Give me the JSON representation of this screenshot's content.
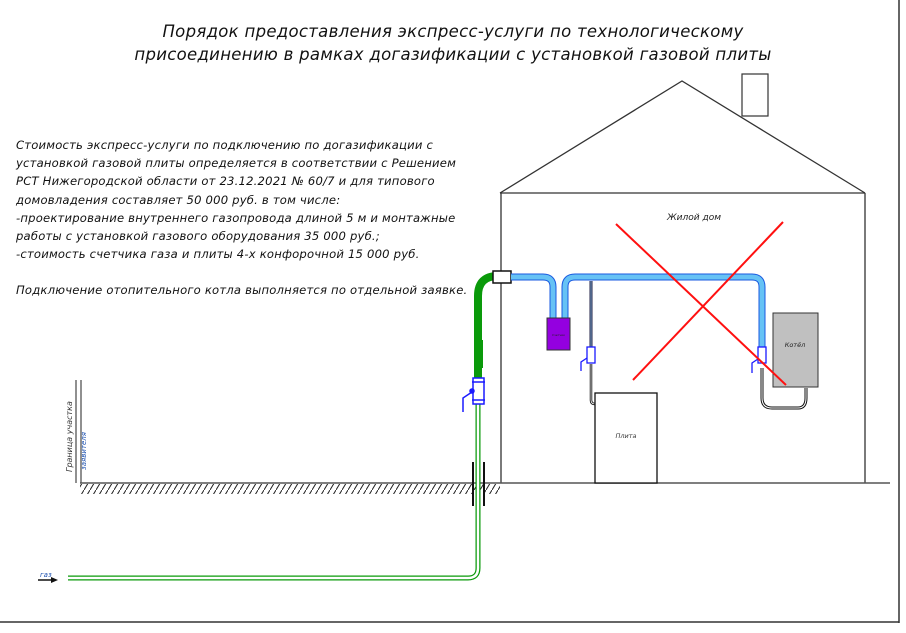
{
  "title": {
    "line1": "Порядок предоставления экспресс-услуги по технологическому",
    "line2": "присоединению  в рамках догазификации с установкой газовой плиты"
  },
  "description": {
    "lines": [
      "Стоимость экспресс-услуги по подключению по догазификации с",
      "установкой газовой плиты определяется в соответствии с Решением",
      "РСТ Нижегородской области от 23.12.2021 № 60/7 и для типового",
      "домовладения составляет 50 000 руб. в том числе:",
      "-проектирование внутреннего газопровода длиной 5 м и монтажные",
      "работы с установкой газового оборудования 35 000 руб.;",
      "-стоимость счетчика газа и плиты 4-х конфорочной 15 000 руб."
    ],
    "note": "Подключение отопительного котла выполняется по отдельной заявке."
  },
  "labels": {
    "house": "Жилой дом",
    "boiler": "Котёл",
    "stove": "Плита",
    "meter": "Счетчик",
    "boundary_line1": "Граница участка",
    "boundary_line2": "заявителя",
    "gas": "газ"
  },
  "colors": {
    "outdoor_pipe": "#0a9a0a",
    "indoor_pipe": "#5ab4f0",
    "meter": "#9400e0",
    "valve": "#1a1aff",
    "cross": "#ff1010",
    "boiler": "#c0c0c0"
  }
}
